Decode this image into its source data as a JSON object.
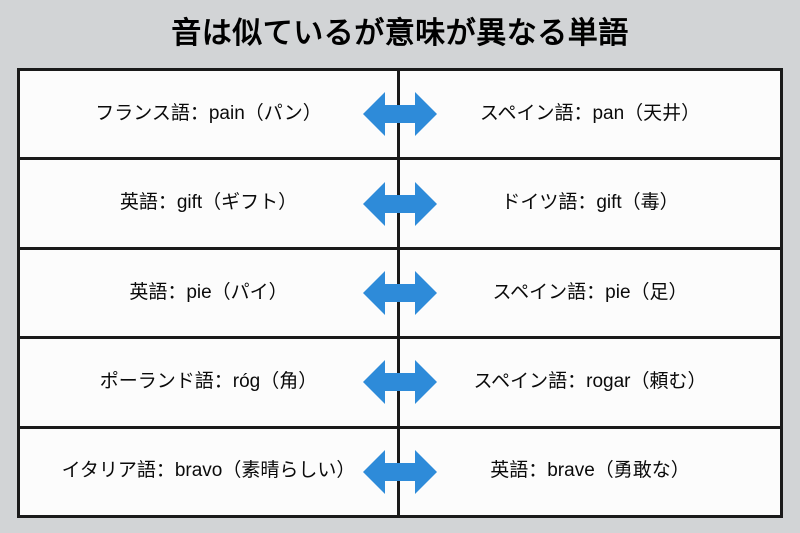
{
  "page": {
    "title": "音は似ているが意味が異なる単語",
    "background_color": "#d2d4d6",
    "cell_background_color": "#fcfcfc",
    "border_color": "#1a1a1a",
    "arrow_color": "#2e8bd9"
  },
  "table": {
    "rows": [
      {
        "left": "フランス語：pain（パン）",
        "connector": "double-arrow-icon",
        "right": "スペイン語：pan（天井）"
      },
      {
        "left": "英語：gift（ギフト）",
        "connector": "double-arrow-icon",
        "right": "ドイツ語：gift（毒）"
      },
      {
        "left": "英語：pie（パイ）",
        "connector": "double-arrow-icon",
        "right": "スペイン語：pie（足）"
      },
      {
        "left": "ポーランド語：róg（角）",
        "connector": "double-arrow-icon",
        "right": "スペイン語：rogar（頼む）"
      },
      {
        "left": "イタリア語：bravo（素晴らしい）",
        "connector": "double-arrow-icon",
        "right": "英語：brave（勇敢な）"
      }
    ]
  }
}
